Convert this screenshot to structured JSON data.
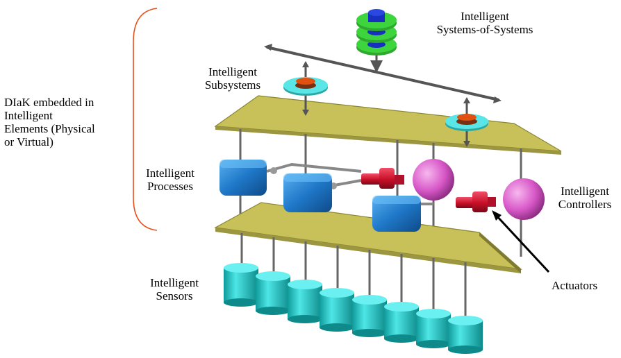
{
  "labels": {
    "diak": [
      "DIaK embedded in",
      "Intelligent",
      "Elements (Physical",
      "or Virtual)"
    ],
    "systems_of_systems": [
      "Intelligent",
      "Systems-of-Systems"
    ],
    "subsystems": [
      "Intelligent",
      "Subsystems"
    ],
    "processes": [
      "Intelligent",
      "Processes"
    ],
    "controllers": [
      "Intelligent",
      "Controllers"
    ],
    "sensors": [
      "Intelligent",
      "Sensors"
    ],
    "actuators": "Actuators"
  },
  "colors": {
    "bracket": "#e8501c",
    "plane": "#c8c15a",
    "plane_edge": "#8a8530",
    "rod": "#6e6e6e",
    "process_block": "#1f78c8",
    "controller_sphere": "#d858c8",
    "actuator": "#d01830",
    "sensor": "#20c0c0",
    "ring_outer": "#40d8d8",
    "ring_inner": "#e05010",
    "stack_green": "#30c030",
    "stack_blue": "#1830c0",
    "arrow_black": "#000000"
  }
}
